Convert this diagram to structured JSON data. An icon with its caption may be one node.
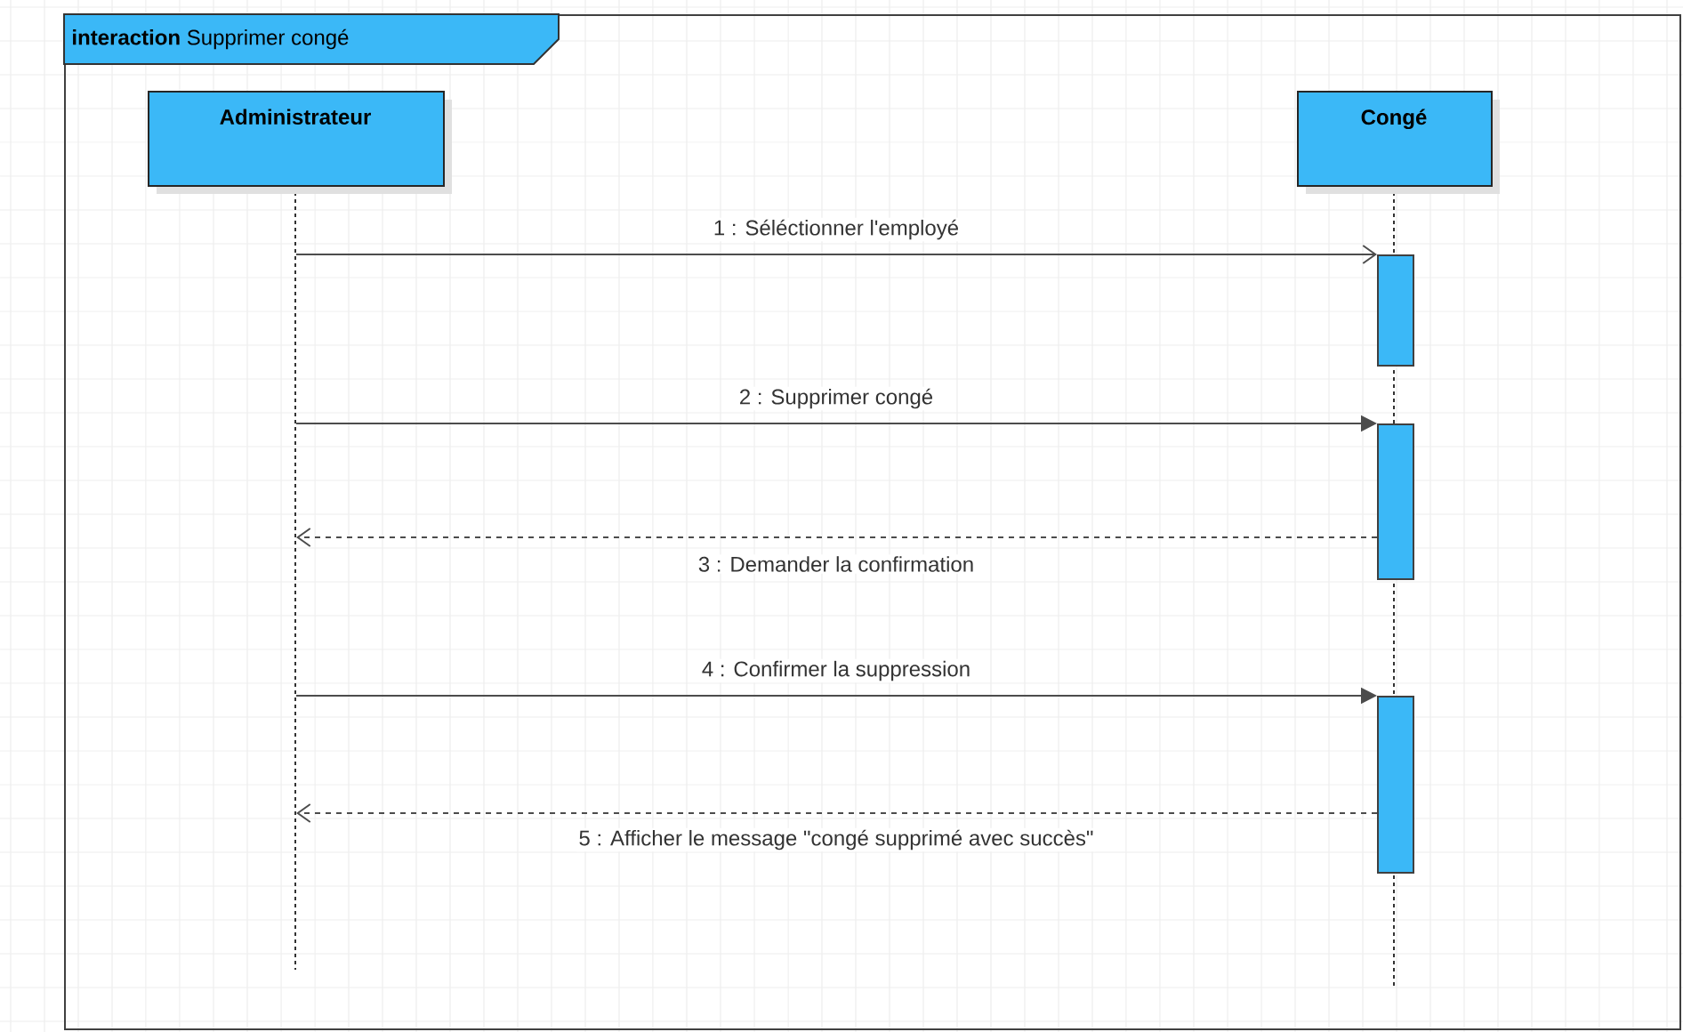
{
  "diagram": {
    "nodes": [
      {
        "text": [
          "**interaction** Supprimer congé"
        ]
      },
      {
        "text": [
          "Administrateur"
        ],
        "in": 0
      },
      {
        "text": [
          "Congé"
        ],
        "in": 0
      },
      {
        "text": [],
        "shape": "bar",
        "in": 2
      },
      {
        "text": [],
        "shape": "bar",
        "in": 2
      },
      {
        "text": [],
        "shape": "bar",
        "in": 2
      }
    ],
    "edges": [
      {
        "from": 1,
        "to": 3,
        "arrow": "to",
        "label": "1 : Séléctionner l'employé"
      },
      {
        "from": 1,
        "to": 4,
        "arrow": "to",
        "label": "2 : Supprimer congé"
      },
      {
        "from": 4,
        "to": 1,
        "arrow": "to",
        "label": "3 : Demander la confirmation",
        "style": "dashed"
      },
      {
        "from": 1,
        "to": 5,
        "arrow": "to",
        "label": "4 : Confirmer la suppression"
      },
      {
        "from": 5,
        "to": 1,
        "arrow": "to",
        "label": "5 : Afficher le message \"congé supprimé avec  succès\"",
        "style": "dashed"
      }
    ]
  }
}
